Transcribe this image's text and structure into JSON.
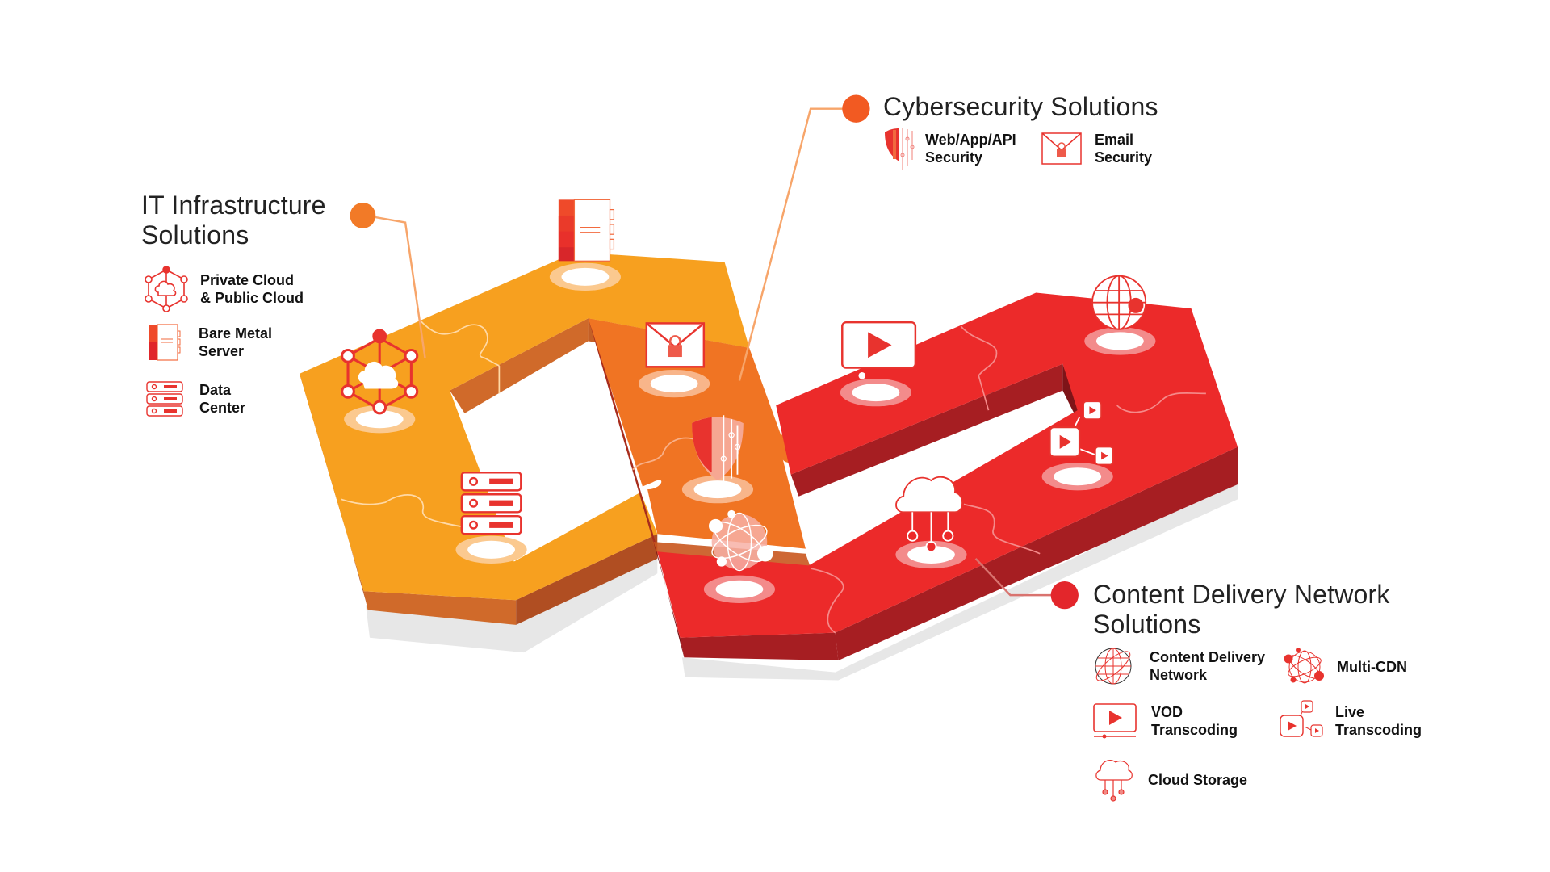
{
  "colors": {
    "orange_top": "#F7A01F",
    "orange_side": "#D06A2A",
    "orange_side_dark": "#B04E22",
    "dark_orange_top": "#F07423",
    "red_top": "#EC2A2A",
    "red_side": "#A61E22",
    "accent_dot_orange": "#F26A25",
    "accent_dot_red": "#E3262B",
    "icon_red": "#E8332E",
    "shadow": "#E6E6E6"
  },
  "sections": {
    "it": {
      "title": "IT Infrastructure\nSolutions",
      "items": [
        {
          "label": "Private Cloud\n& Public Cloud",
          "icon": "cloud-network-icon"
        },
        {
          "label": "Bare Metal\nServer",
          "icon": "bare-metal-server-icon"
        },
        {
          "label": "Data\nCenter",
          "icon": "data-center-icon"
        }
      ]
    },
    "cyber": {
      "title": "Cybersecurity Solutions",
      "items": [
        {
          "label": "Web/App/API\nSecurity",
          "icon": "shield-icon"
        },
        {
          "label": "Email\nSecurity",
          "icon": "email-lock-icon"
        }
      ]
    },
    "cdn": {
      "title": "Content Delivery Network\nSolutions",
      "items": [
        {
          "label": "Content Delivery\nNetwork",
          "icon": "globe-icon"
        },
        {
          "label": "Multi-CDN",
          "icon": "multi-cdn-icon"
        },
        {
          "label": "VOD\nTranscoding",
          "icon": "vod-play-icon"
        },
        {
          "label": "Live\nTranscoding",
          "icon": "live-transcoding-icon"
        },
        {
          "label": "Cloud Storage",
          "icon": "cloud-storage-icon"
        }
      ]
    }
  }
}
